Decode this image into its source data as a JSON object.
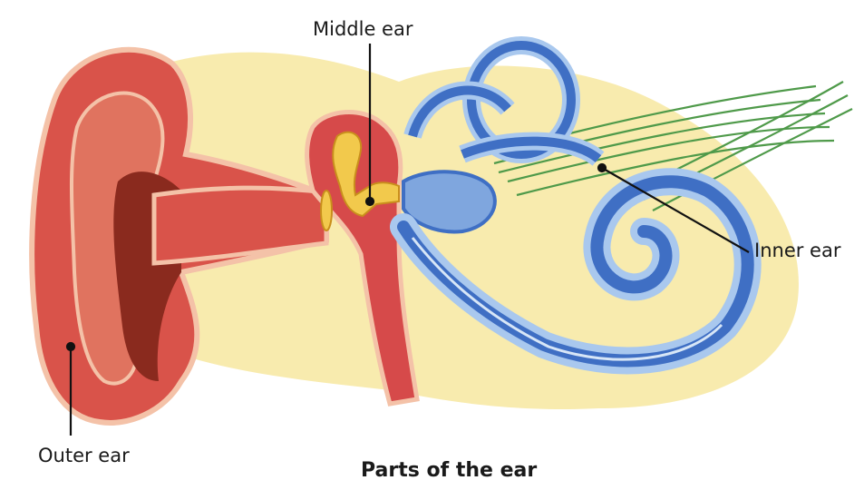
{
  "diagram": {
    "labels": {
      "middle_ear": "Middle ear",
      "inner_ear": "Inner ear",
      "outer_ear": "Outer ear"
    },
    "caption": "Parts of the ear"
  },
  "colors": {
    "background_wash": "#f7e7a0",
    "outer_ear_fill": "#d9534a",
    "outer_ear_highlight": "#f4c2a8",
    "ear_canal_dark": "#8a2a1e",
    "middle_ear_fill": "#d64a4a",
    "ossicle_yellow": "#f2c94c",
    "inner_ear_blue": "#3f6fc4",
    "inner_ear_light": "#a9c8ee",
    "nerve_green": "#4f9a4a",
    "leader_line": "#111111"
  }
}
